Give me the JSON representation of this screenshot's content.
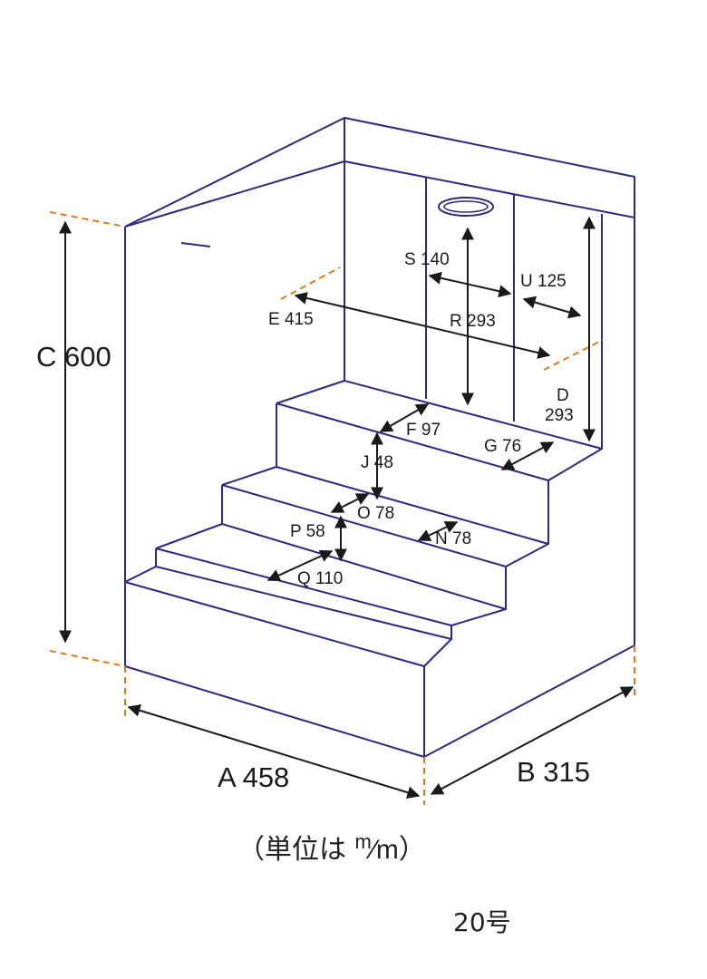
{
  "dimensions": {
    "A": "A 458",
    "B": "B 315",
    "C": "C 600",
    "D_letter": "D",
    "D_value": "293",
    "E": "E 415",
    "F": "F 97",
    "G": "G 76",
    "J": "J 48",
    "N": "N 78",
    "O": "O 78",
    "P": "P 58",
    "Q": "Q 110",
    "R": "R 293",
    "S": "S 140",
    "U": "U 125"
  },
  "caption": {
    "open": "（単位は ",
    "unit_top": "m",
    "unit_slash": "⁄",
    "unit_bottom": "m",
    "close": "）"
  },
  "model_label": "20号",
  "colors": {
    "outline": "#2b2a80",
    "arrow": "#1a1a1a",
    "dashed": "#e07a1a"
  }
}
